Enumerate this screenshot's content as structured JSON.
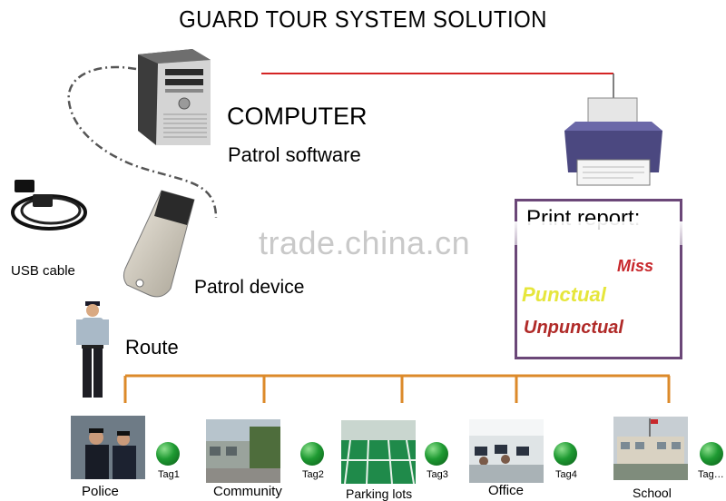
{
  "title": "GUARD TOUR SYSTEM SOLUTION",
  "computer": {
    "label": "COMPUTER",
    "software": "Patrol software"
  },
  "device": {
    "label": "Patrol device"
  },
  "usb": {
    "label": "USB cable"
  },
  "route": {
    "label": "Route"
  },
  "watermark": "trade.china.cn",
  "report": {
    "title": "Print report:",
    "statuses": [
      {
        "label": "Miss",
        "color": "#c8282c"
      },
      {
        "label": "Punctual",
        "color": "#e6e63c"
      },
      {
        "label": "Unpunctual",
        "color": "#b02a28"
      }
    ]
  },
  "locations": [
    {
      "label": "Police",
      "tag": "Tag1"
    },
    {
      "label": "Community",
      "tag": "Tag2"
    },
    {
      "label": "Parking lots",
      "tag": "Tag3"
    },
    {
      "label": "Office",
      "tag": "Tag4"
    },
    {
      "label": "School",
      "tag": "Tag…"
    }
  ],
  "colors": {
    "route_line": "#dc8a2a",
    "printer_link": "#d42424",
    "report_border": "#6b4778",
    "tag_green": "#1e9a32"
  }
}
